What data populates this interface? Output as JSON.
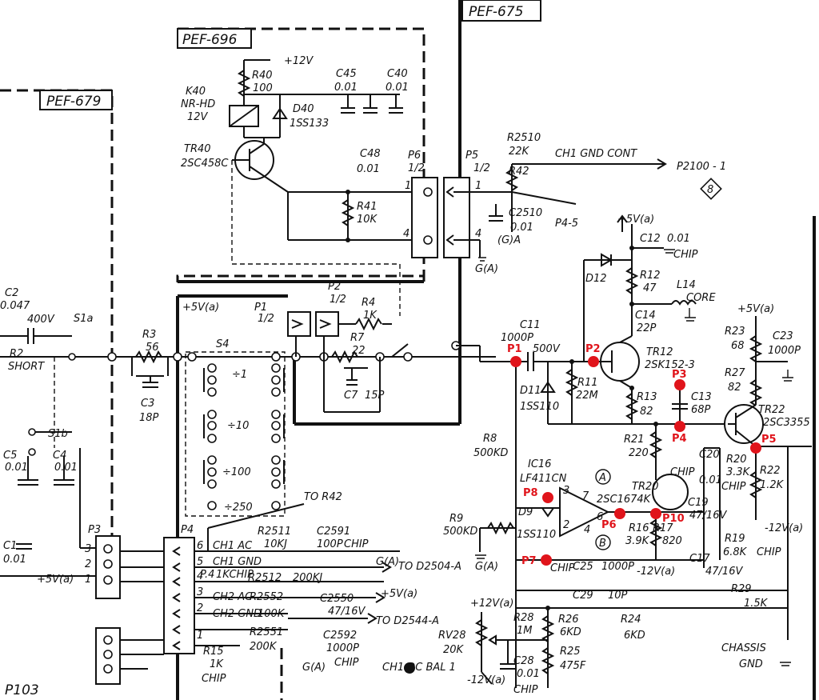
{
  "boards": {
    "pef675": "PEF-675",
    "pef696": "PEF-696",
    "pef679": "PEF-679",
    "p103": "P103"
  },
  "probes": [
    "P1",
    "P2",
    "P3",
    "P4",
    "P5",
    "P6",
    "P7",
    "P8",
    "P10"
  ],
  "components": {
    "r40": [
      "R40",
      "100"
    ],
    "supply12": "+12V",
    "k40": [
      "K40",
      "NR-HD",
      "12V"
    ],
    "d40": [
      "D40",
      "1SS133"
    ],
    "c45": [
      "C45",
      "0.01"
    ],
    "c40": [
      "C40",
      "0.01"
    ],
    "c48": [
      "C48",
      "0.01"
    ],
    "tr40": [
      "TR40",
      "2SC458C"
    ],
    "r41": [
      "R41",
      "10K"
    ],
    "p6": [
      "P6",
      "1/2",
      "1",
      "4"
    ],
    "p5": [
      "P5",
      "1/2",
      "1",
      "4"
    ],
    "r2510": [
      "R2510",
      "22K",
      "R42"
    ],
    "ch1gndcont": "CH1 GND CONT",
    "p2100": "P2100 - 1",
    "box8": "8",
    "c2510": [
      "C2510",
      "0.01",
      "(G)A"
    ],
    "p4_5": "P4-5",
    "ga": "G(A)",
    "c2": [
      "C2",
      "0.047",
      "400V"
    ],
    "s1a": "S1a",
    "r2": [
      "R2",
      "SHORT"
    ],
    "r3": [
      "R3",
      "56"
    ],
    "c3": [
      "C3",
      "18P"
    ],
    "s1b": "S1b",
    "c5": [
      "C5",
      "0.01"
    ],
    "c4": [
      "C4",
      "0.01"
    ],
    "c1": [
      "C1",
      "0.01"
    ],
    "supply5a": "+5V(a)",
    "p1": [
      "P1",
      "1/2"
    ],
    "p2": [
      "P2",
      "1/2"
    ],
    "s4": "S4",
    "div": [
      "÷1",
      "÷10",
      "÷100",
      "÷250"
    ],
    "r4": [
      "R4",
      "1K"
    ],
    "r7": [
      "R7",
      "22"
    ],
    "c7": [
      "C7",
      "15P"
    ],
    "c11": [
      "C11",
      "1000P",
      "500V"
    ],
    "d11": [
      "D11",
      "1SS110"
    ],
    "r11": [
      "R11",
      "22M"
    ],
    "tr12": [
      "TR12",
      "2SK152-3"
    ],
    "d12": "D12",
    "r12": [
      "R12",
      "47"
    ],
    "c12": [
      "C12",
      "0.01",
      "CHIP"
    ],
    "l14": [
      "L14",
      "CORE"
    ],
    "c14": [
      "C14",
      "22P"
    ],
    "r13": [
      "R13",
      "82"
    ],
    "c13": [
      "C13",
      "68P"
    ],
    "r23": [
      "R23",
      "68"
    ],
    "c23": [
      "C23",
      "1000P"
    ],
    "r27": [
      "R27",
      "82"
    ],
    "tr22": [
      "TR22",
      "2SC3355"
    ],
    "r8": [
      "R8",
      "500KD"
    ],
    "ic16": [
      "IC16",
      "LF411CN"
    ],
    "r21": [
      "R21",
      "220"
    ],
    "tr20": [
      "TR20",
      "2SC1674K"
    ],
    "c20": [
      "C20",
      "0.01",
      "CHIP"
    ],
    "r20": [
      "R20",
      "3.3K",
      "CHIP"
    ],
    "r22": [
      "R22",
      "1.2K"
    ],
    "m12a": "-12V(a)",
    "r9": [
      "R9",
      "500KD"
    ],
    "d9": [
      "D9",
      "1SS110"
    ],
    "r16": [
      "R16",
      "3.9K"
    ],
    "r17": [
      "R17",
      "820"
    ],
    "c19": [
      "C19",
      "47/16V"
    ],
    "r19": [
      "R19",
      "6.8K",
      "CHIP"
    ],
    "c17": [
      "C17",
      "47/16V"
    ],
    "c25": [
      "C25",
      "1000P",
      "CHIP"
    ],
    "m12b": "-12V(a)",
    "r29": [
      "R29",
      "1.5K"
    ],
    "c29": [
      "C29",
      "10P"
    ],
    "r26": [
      "R26",
      "6KD"
    ],
    "r24": [
      "R24",
      "6KD"
    ],
    "r28": [
      "R28",
      "1M"
    ],
    "rv28": [
      "RV28",
      "20K"
    ],
    "plus12a": "+12V(a)",
    "c28": [
      "C28",
      "0.01",
      "CHIP"
    ],
    "r25": [
      "R25",
      "475F"
    ],
    "chassis": [
      "CHASSIS",
      "GND"
    ],
    "ch1dcbal": "CH1 DC BAL 1",
    "m12c": "-12V(a)",
    "p3": [
      "P3",
      "3",
      "2",
      "1",
      "+5V(a)"
    ],
    "p4": [
      "P4",
      "6",
      "5",
      "4",
      "3",
      "2",
      "1"
    ],
    "toR42": "TO R42",
    "r2511": [
      "R2511",
      "10KJ"
    ],
    "c2591": [
      "C2591",
      "100P",
      "CHIP",
      "G(A)"
    ],
    "ch1ac": "CH1 AC",
    "ch1gnd": "CH1 GND",
    "r2512": [
      "R2512",
      "200KJ",
      "P.4",
      "1KCHIP"
    ],
    "toD2504": "TO D2504-A",
    "ch2ac": "CH2 AC",
    "ch2gnd": "CH2 GND",
    "r2552": [
      "R2552",
      "100K"
    ],
    "r2551": [
      "R2551",
      "200K"
    ],
    "c2550": [
      "C2550",
      "47/16V"
    ],
    "plus5v": "+5V(a)",
    "toD2544": "TO D2544-A",
    "c2592": [
      "C2592",
      "1000P",
      "CHIP",
      "G(A)"
    ],
    "r15": [
      "R15",
      "1K",
      "CHIP"
    ],
    "opamp": [
      "3",
      "7",
      "6",
      "2",
      "4",
      "A",
      "B"
    ],
    "ga2": "G(A)"
  }
}
